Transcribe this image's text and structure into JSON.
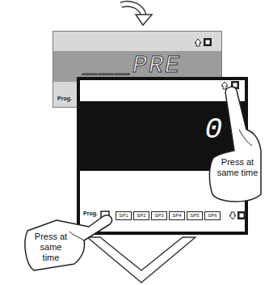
{
  "diagram": {
    "nodes": [
      {
        "text": [
          "___PRE",
          "Prog."
        ]
      },
      {
        "text": [
          "0",
          "Prog."
        ]
      },
      {
        "text": [
          "SP1"
        ],
        "in": 1
      },
      {
        "text": [
          "SP2"
        ],
        "in": 1
      },
      {
        "text": [
          "SP3"
        ],
        "in": 1
      },
      {
        "text": [
          "SP4"
        ],
        "in": 1
      },
      {
        "text": [
          "SP5"
        ],
        "in": 1
      },
      {
        "text": [
          "SP6"
        ],
        "in": 1
      }
    ],
    "labels": [
      "Press at same time",
      "Press at same time"
    ]
  }
}
